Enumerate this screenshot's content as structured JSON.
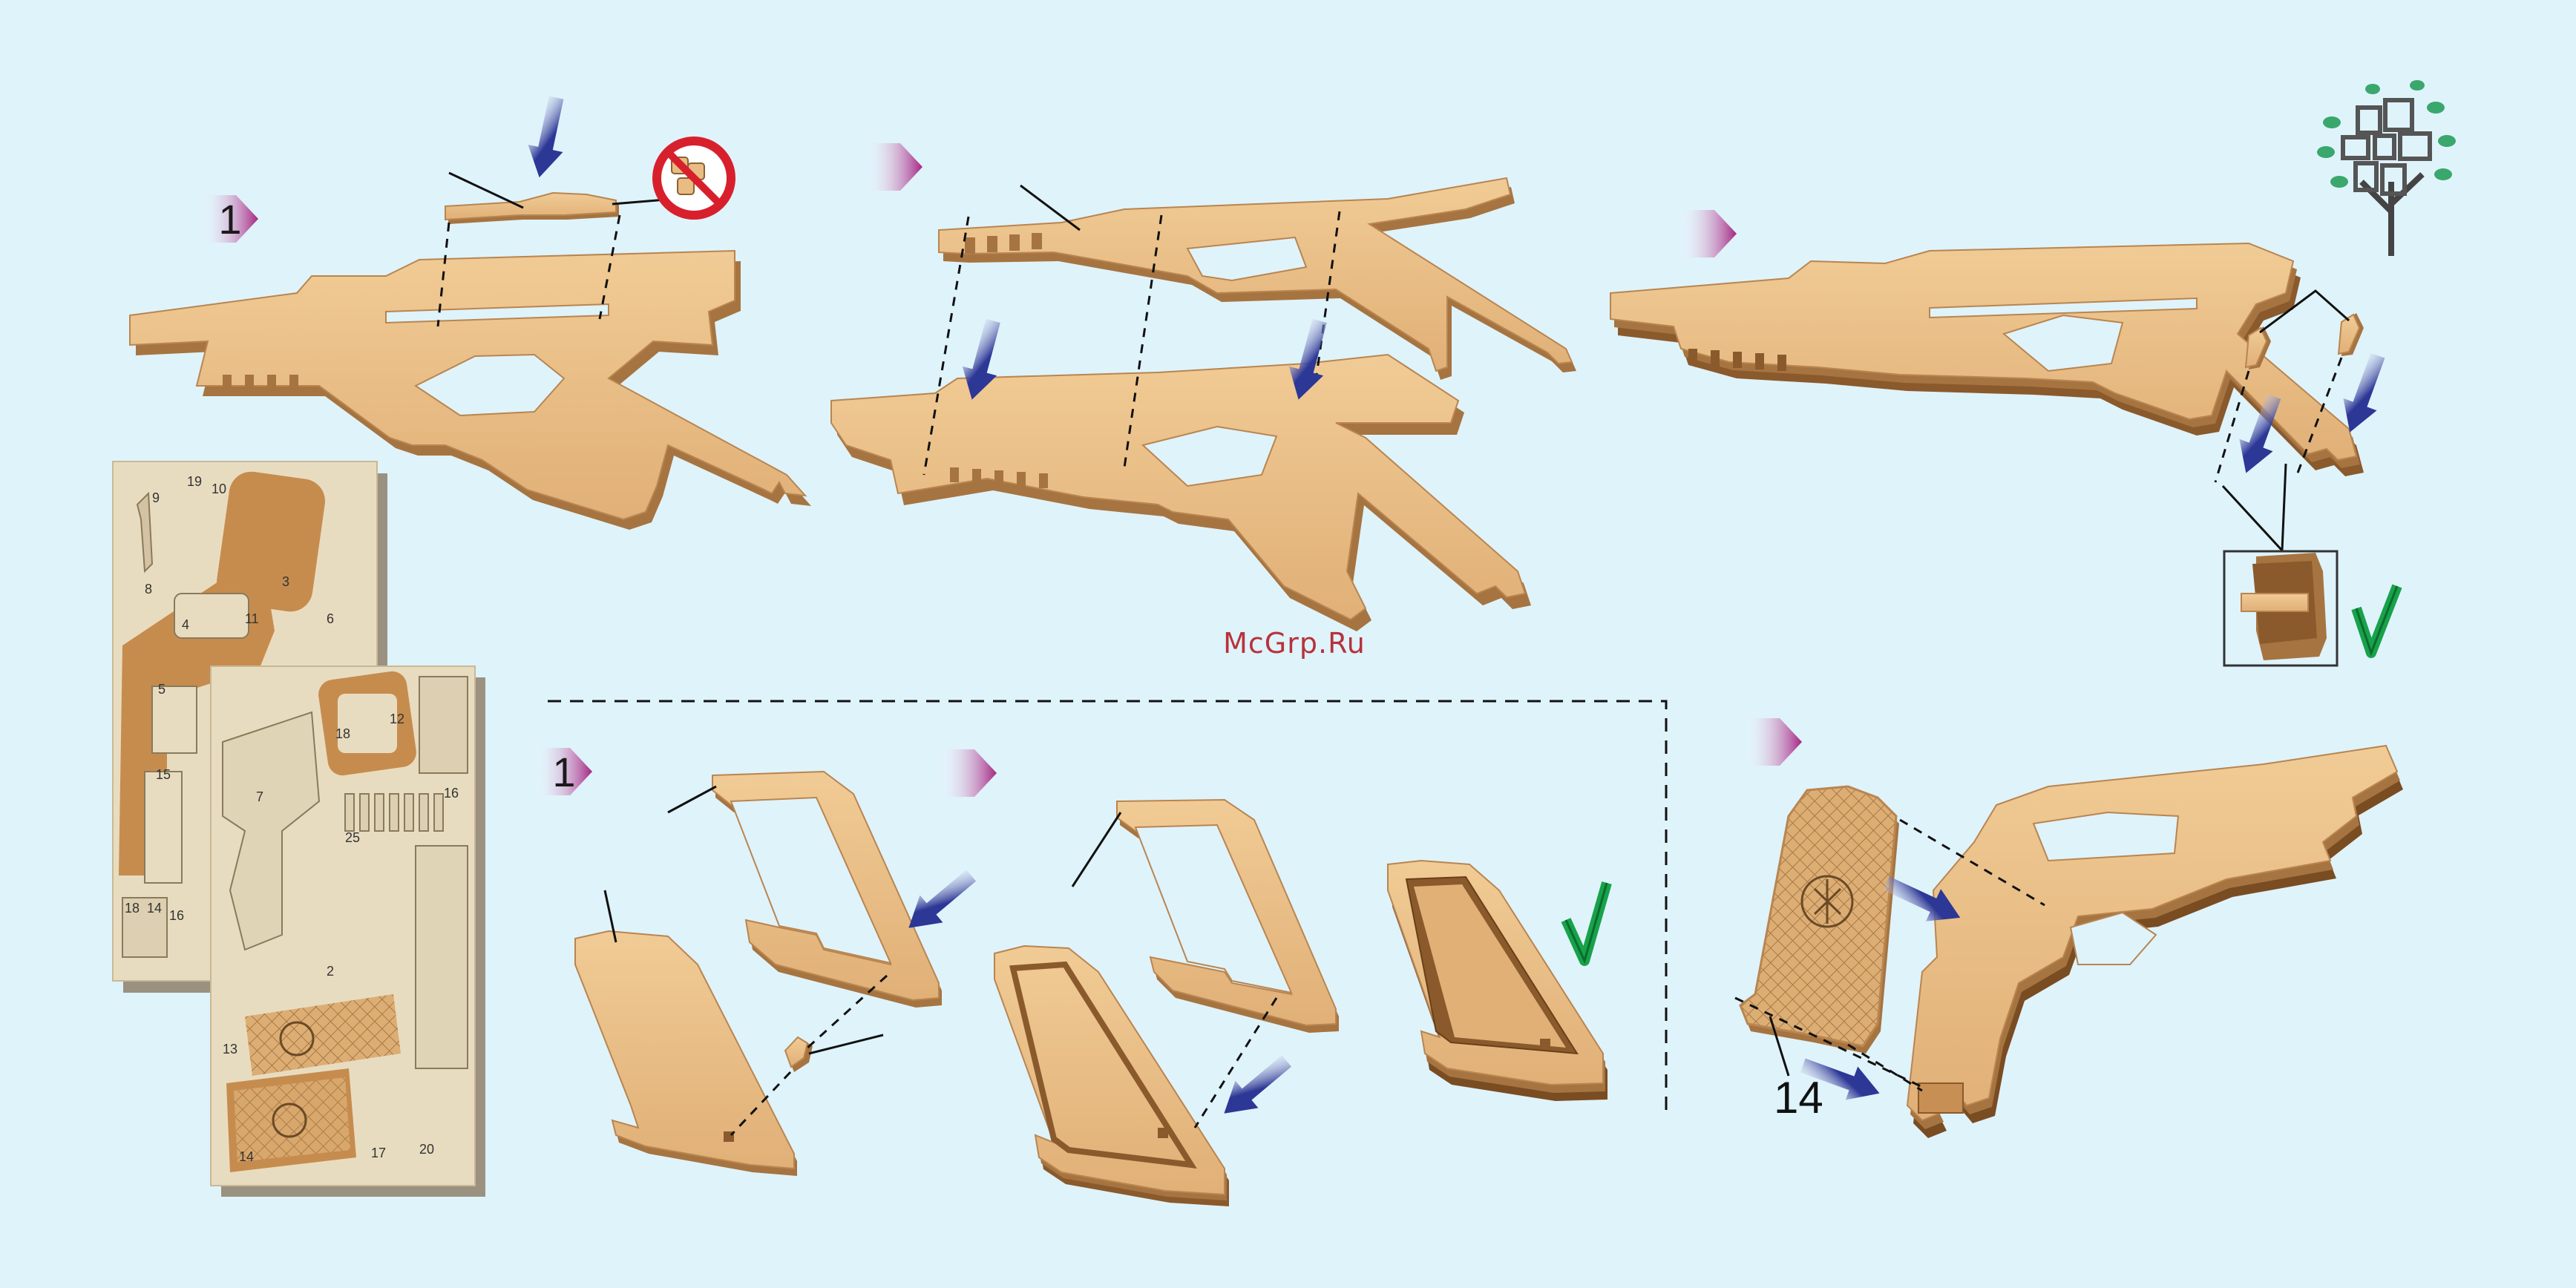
{
  "watermark": "McGrp.Ru",
  "steps": [
    {
      "id": "s1",
      "label": "1"
    },
    {
      "id": "s2",
      "label": ""
    },
    {
      "id": "s3",
      "label": ""
    },
    {
      "id": "s4",
      "label": "1"
    },
    {
      "id": "s5",
      "label": ""
    },
    {
      "id": "s6",
      "label": ""
    }
  ],
  "part_labels": {
    "grip_part": "14"
  },
  "sheet_numbers": {
    "a": [
      "9",
      "19",
      "10",
      "8",
      "3",
      "6",
      "11",
      "4",
      "5",
      "15",
      "18",
      "14",
      "16"
    ],
    "b": [
      "18",
      "12",
      "7",
      "25",
      "16",
      "13",
      "2",
      "14",
      "17",
      "20"
    ]
  },
  "colors": {
    "background": "#dff3fb",
    "wood": "#e8bc82",
    "wood_edge": "#a67440",
    "arrow_blue": "#2c3796",
    "step_badge": "#a32583",
    "check_green": "#18a24a",
    "no_sign_red": "#d8202c",
    "sheet": "#e8dcc0"
  }
}
